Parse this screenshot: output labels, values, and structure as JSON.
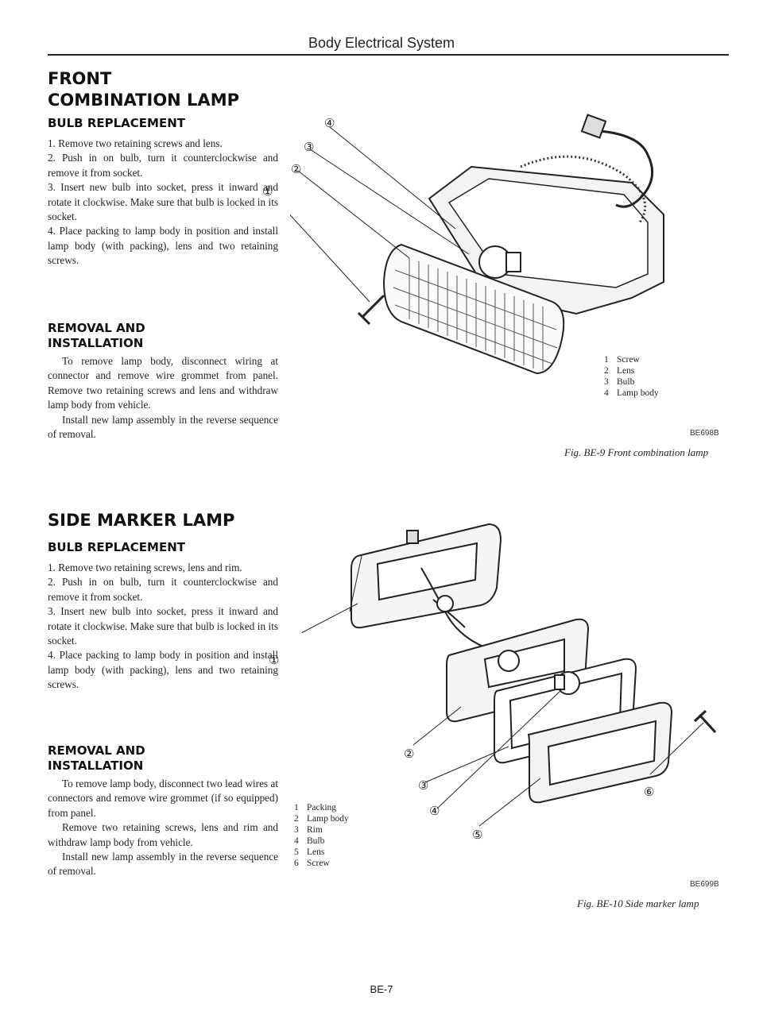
{
  "header": {
    "title": "Body Electrical System"
  },
  "front": {
    "title_line1": "FRONT",
    "title_line2": "COMBINATION LAMP",
    "bulb_heading": "BULB REPLACEMENT",
    "bulb_steps": [
      "1. Remove two retaining screws and lens.",
      "2. Push in on bulb, turn it counterclockwise and remove it from socket.",
      "3. Insert new bulb into socket, press it inward and rotate it clockwise. Make sure that bulb is locked in its socket.",
      "4. Place packing to lamp body in position and install lamp body (with packing), lens and two retaining screws."
    ],
    "removal_heading_line1": "REMOVAL AND",
    "removal_heading_line2": "INSTALLATION",
    "removal_p1": "To remove lamp body, disconnect wiring at connector and remove wire grommet from panel. Remove two retaining screws and lens and withdraw lamp body from vehicle.",
    "removal_p2": "Install new lamp assembly in the reverse sequence of removal."
  },
  "side": {
    "title": "SIDE MARKER LAMP",
    "bulb_heading": "BULB REPLACEMENT",
    "bulb_steps": [
      "1. Remove two retaining screws, lens and rim.",
      "2. Push in on bulb, turn it counterclockwise and remove it from socket.",
      "3. Insert new bulb into socket, press it inward and rotate it clockwise. Make sure that bulb is locked in its socket.",
      "4. Place packing to lamp body in position and install lamp body (with packing), lens and two retaining screws."
    ],
    "removal_heading_line1": "REMOVAL AND",
    "removal_heading_line2": "INSTALLATION",
    "removal_p1": "To remove lamp body, disconnect two lead wires at connectors and remove wire grommet (if so equipped) from panel.",
    "removal_p2": "Remove two retaining screws, lens and rim and withdraw lamp body from vehicle.",
    "removal_p3": "Install new lamp assembly in the reverse sequence of removal."
  },
  "fig9": {
    "callouts": [
      "①",
      "②",
      "③",
      "④"
    ],
    "legend": [
      {
        "num": "1",
        "label": "Screw"
      },
      {
        "num": "2",
        "label": "Lens"
      },
      {
        "num": "3",
        "label": "Bulb"
      },
      {
        "num": "4",
        "label": "Lamp body"
      }
    ],
    "code": "BE698B",
    "caption": "Fig. BE-9  Front combination lamp"
  },
  "fig10": {
    "callouts": [
      "①",
      "②",
      "③",
      "④",
      "⑤",
      "⑥"
    ],
    "legend": [
      {
        "num": "1",
        "label": "Packing"
      },
      {
        "num": "2",
        "label": "Lamp body"
      },
      {
        "num": "3",
        "label": "Rim"
      },
      {
        "num": "4",
        "label": "Bulb"
      },
      {
        "num": "5",
        "label": "Lens"
      },
      {
        "num": "6",
        "label": "Screw"
      }
    ],
    "code": "BE699B",
    "caption": "Fig. BE-10  Side marker lamp"
  },
  "footer": {
    "page": "BE-7"
  }
}
